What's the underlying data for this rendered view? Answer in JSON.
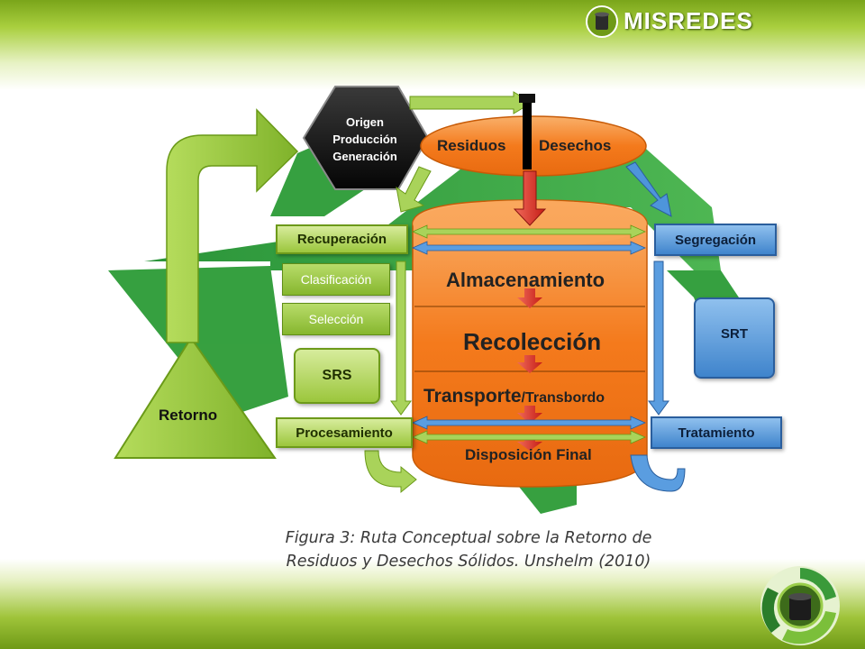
{
  "header": {
    "brand": "MISREDES"
  },
  "diagram": {
    "origin_lines": [
      "Origen",
      "Producción",
      "Generación"
    ],
    "top_ellipse": {
      "left": "Residuos",
      "right": "Desechos"
    },
    "left_column": {
      "recuperacion": "Recuperación",
      "clasificacion": "Clasificación",
      "seleccion": "Selección",
      "srs": "SRS",
      "procesamiento": "Procesamiento"
    },
    "right_column": {
      "segregacion": "Segregación",
      "srt": "SRT",
      "tratamiento": "Tratamiento"
    },
    "retorno": "Retorno",
    "stages": {
      "almacenamiento": "Almacenamiento",
      "recoleccion": "Recolección",
      "transporte": "Transporte",
      "transbordo": "/Transbordo",
      "disposicion": "Disposición Final"
    }
  },
  "caption": {
    "line1": "Figura 3: Ruta Conceptual sobre la Retorno de",
    "line2": "Residuos y Desechos Sólidos. Unshelm (2010)"
  },
  "colors": {
    "green": "#8cc63f",
    "dark_green": "#2e9a3a",
    "orange": "#f58220",
    "blue": "#3a7dc9",
    "red": "#d9322a"
  }
}
